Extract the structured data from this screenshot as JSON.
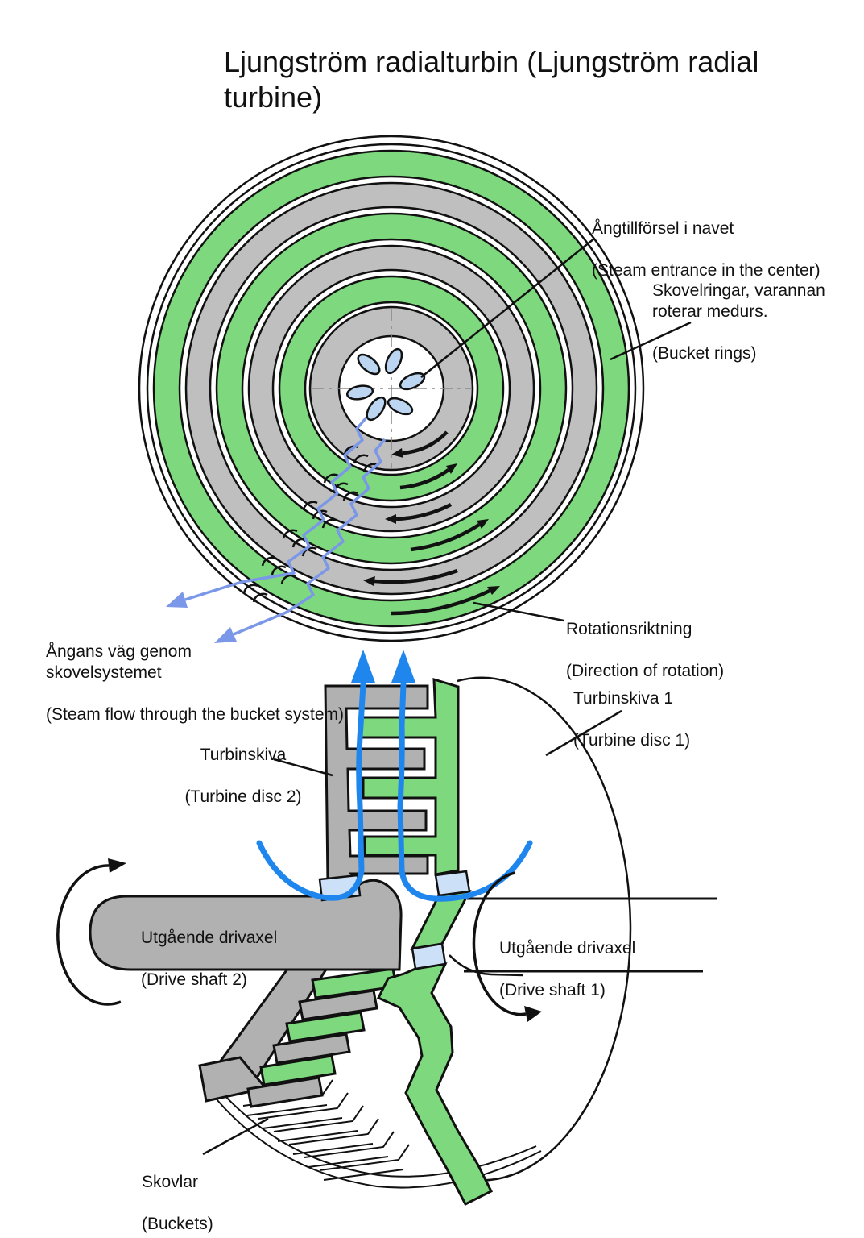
{
  "title": {
    "line1": "Ljungström radialturbin",
    "line2": "(Ljungström radial turbine)"
  },
  "labels": {
    "steam_entrance": {
      "sv": "Ångtillförsel i navet",
      "en": "(Steam entrance in the center)"
    },
    "bucket_rings": {
      "sv": "Skovelringar, varannan roterar medurs.",
      "en": "(Bucket rings)"
    },
    "rotation": {
      "sv": "Rotationsriktning",
      "en": "(Direction of rotation)"
    },
    "steam_flow": {
      "sv": "Ångans väg genom skovelsystemet",
      "en": "(Steam flow through the bucket system)"
    },
    "disc1": {
      "sv": "Turbinskiva 1",
      "en": "(Turbine disc 1)"
    },
    "disc2": {
      "sv": "Turbinskiva",
      "en": "(Turbine disc 2)"
    },
    "shaft2": {
      "sv": "Utgående drivaxel",
      "en": "(Drive shaft 2)"
    },
    "shaft1": {
      "sv": "Utgående drivaxel",
      "en": "(Drive shaft 1)"
    },
    "buckets": {
      "sv": "Skovlar",
      "en": "(Buckets)"
    }
  },
  "colors": {
    "ring_green": "#7ed87e",
    "ring_gray": "#bfbfbf",
    "metal_gray": "#b1b1b1",
    "steam_blue": "#1f86ee",
    "path_blue": "#7b97e8",
    "bearing_blue": "#cce0f8",
    "outline": "#111111"
  }
}
